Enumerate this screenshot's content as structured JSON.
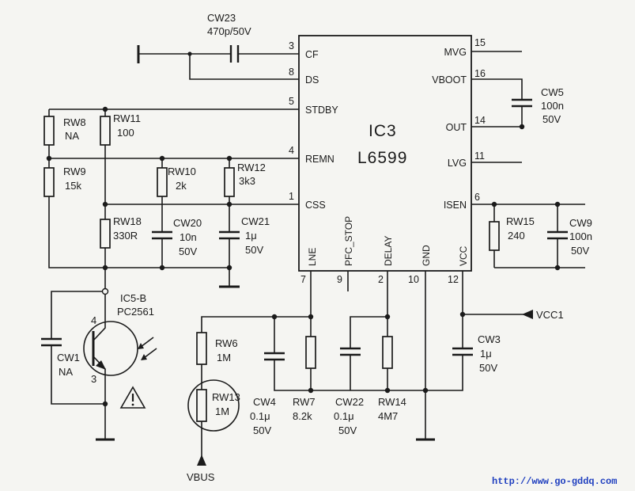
{
  "ic": {
    "ref": "IC3",
    "part": "L6599",
    "left_pins": [
      {
        "num": "3",
        "name": "CF"
      },
      {
        "num": "8",
        "name": "DS"
      },
      {
        "num": "5",
        "name": "STDBY"
      },
      {
        "num": "4",
        "name": "REMN"
      },
      {
        "num": "1",
        "name": "CSS"
      }
    ],
    "right_pins": [
      {
        "num": "15",
        "name": "MVG"
      },
      {
        "num": "16",
        "name": "VBOOT"
      },
      {
        "num": "14",
        "name": "OUT"
      },
      {
        "num": "11",
        "name": "LVG"
      },
      {
        "num": "6",
        "name": "ISEN"
      }
    ],
    "bottom_pins": [
      {
        "num": "7",
        "name": "LNE"
      },
      {
        "num": "9",
        "name": "PFC_STOP"
      },
      {
        "num": "2",
        "name": "DELAY"
      },
      {
        "num": "10",
        "name": "GND"
      },
      {
        "num": "12",
        "name": "VCC"
      }
    ]
  },
  "components": {
    "cw23": {
      "ref": "CW23",
      "value": "470p/50V"
    },
    "rw8": {
      "ref": "RW8",
      "value": "NA"
    },
    "rw11": {
      "ref": "RW11",
      "value": "100"
    },
    "rw9": {
      "ref": "RW9",
      "value": "15k"
    },
    "rw10": {
      "ref": "RW10",
      "value": "2k"
    },
    "rw12": {
      "ref": "RW12",
      "value": "3k3"
    },
    "rw18": {
      "ref": "RW18",
      "value": "330R"
    },
    "cw20": {
      "ref": "CW20",
      "value": "10n",
      "voltage": "50V"
    },
    "cw21": {
      "ref": "CW21",
      "value": "1μ",
      "voltage": "50V"
    },
    "ic5b": {
      "ref": "IC5-B",
      "part": "PC2561",
      "pin_collector": "4",
      "pin_emitter": "3"
    },
    "cw1": {
      "ref": "CW1",
      "value": "NA"
    },
    "rw6": {
      "ref": "RW6",
      "value": "1M"
    },
    "rw13": {
      "ref": "RW13",
      "value": "1M"
    },
    "cw4": {
      "ref": "CW4",
      "value": "0.1μ",
      "voltage": "50V"
    },
    "rw7": {
      "ref": "RW7",
      "value": "8.2k"
    },
    "cw22": {
      "ref": "CW22",
      "value": "0.1μ",
      "voltage": "50V"
    },
    "rw14": {
      "ref": "RW14",
      "value": "4M7"
    },
    "cw3": {
      "ref": "CW3",
      "value": "1μ",
      "voltage": "50V"
    },
    "cw5": {
      "ref": "CW5",
      "value": "100n",
      "voltage": "50V"
    },
    "rw15": {
      "ref": "RW15",
      "value": "240"
    },
    "cw9": {
      "ref": "CW9",
      "value": "100n",
      "voltage": "50V"
    }
  },
  "nets": {
    "vcc1": "VCC1",
    "vbus": "VBUS"
  },
  "icons": {
    "warning": "warning-icon",
    "ground": "ground-icon"
  },
  "colors": {
    "ink": "#1b1b1b",
    "paper": "#f5f5f2",
    "watermark": "#1f3fbf"
  },
  "watermark": "http://www.go-gddq.com"
}
